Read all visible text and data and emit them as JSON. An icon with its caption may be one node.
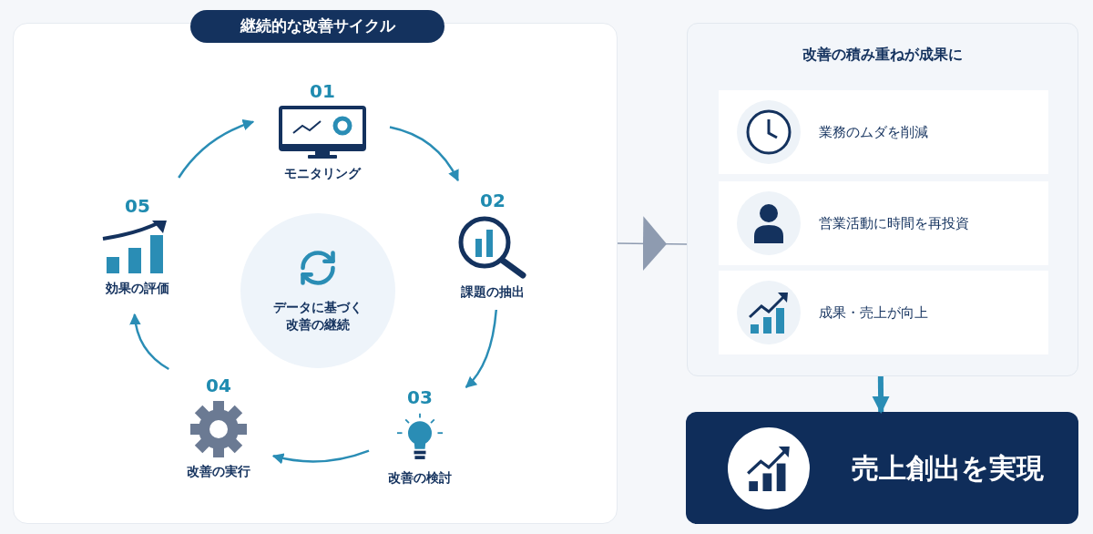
{
  "diagram": {
    "nodes": [
      {
        "text": [
          "継続的な改善サイクル"
        ]
      },
      {
        "text": [
          "01",
          "モニタリング"
        ],
        "in": 0
      },
      {
        "text": [
          "02",
          "課題の抽出"
        ],
        "in": 0
      },
      {
        "text": [
          "03",
          "改善の検討"
        ],
        "in": 0
      },
      {
        "text": [
          "04",
          "改善の実行"
        ],
        "in": 0
      },
      {
        "text": [
          "05",
          "効果の評価"
        ],
        "in": 0
      },
      {
        "text": [
          "データに基づく改善の継続"
        ],
        "in": 0
      },
      {
        "text": [
          "改善の積み重ねが成果に"
        ]
      },
      {
        "text": [
          "業務のムダを削減"
        ],
        "in": 7
      },
      {
        "text": [
          "営業活動に時間を再投資"
        ],
        "in": 7
      },
      {
        "text": [
          "成果・売上が向上"
        ],
        "in": 7
      },
      {
        "text": [
          "売上創出を実現"
        ]
      }
    ],
    "edges": [
      {
        "from": 1,
        "to": 2,
        "arrow": "to"
      },
      {
        "from": 2,
        "to": 3,
        "arrow": "to"
      },
      {
        "from": 3,
        "to": 4,
        "arrow": "to"
      },
      {
        "from": 4,
        "to": 5,
        "arrow": "to"
      },
      {
        "from": 5,
        "to": 1,
        "arrow": "to"
      },
      {
        "from": 0,
        "to": 7,
        "arrow": "to",
        "color": "#8e9bb0"
      },
      {
        "from": 7,
        "to": 11,
        "arrow": "to",
        "style": "thick"
      }
    ]
  }
}
